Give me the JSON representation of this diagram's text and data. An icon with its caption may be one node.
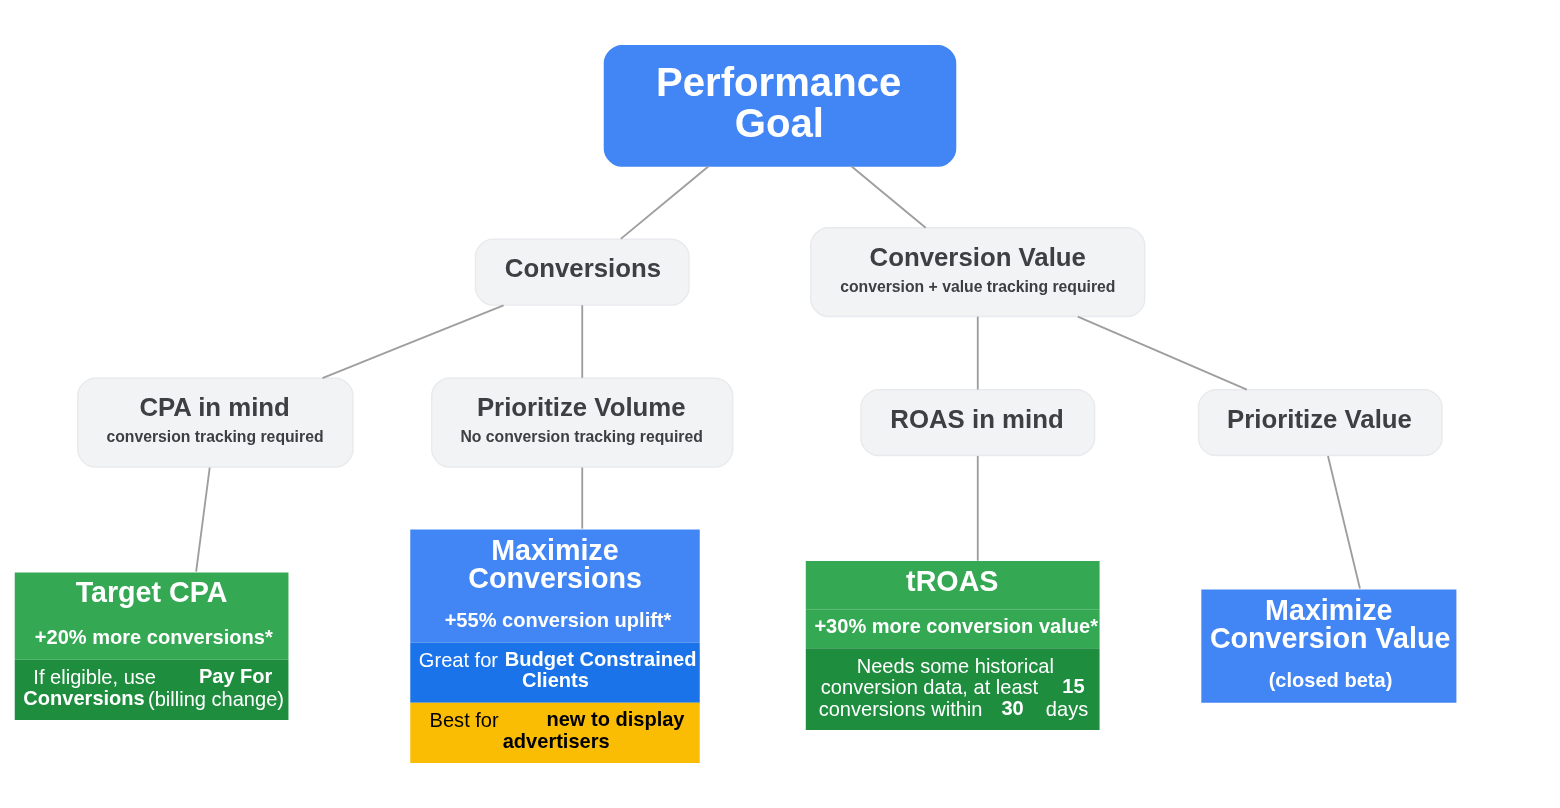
{
  "diagram": {
    "nodes": [
      {
        "text": [
          "Performance Goal"
        ]
      },
      {
        "text": [
          "Conversions"
        ]
      },
      {
        "text": [
          "Conversion Value",
          "conversion + value tracking required"
        ]
      },
      {
        "text": [
          "CPA in mind",
          "conversion tracking required"
        ]
      },
      {
        "text": [
          "Prioritize Volume",
          "No conversion tracking required"
        ]
      },
      {
        "text": [
          "ROAS in mind"
        ]
      },
      {
        "text": [
          "Prioritize Value"
        ]
      },
      {
        "text": [
          "Target CPA",
          "+20% more conversions*",
          "If eligible, use **Pay For Conversions** (billing change)"
        ]
      },
      {
        "text": [
          "Maximize Conversions",
          "+55% conversion uplift*",
          "Great for **Budget Constrained Clients**",
          "Best for **new to display advertisers**"
        ]
      },
      {
        "text": [
          "tROAS",
          "+30% more conversion value*",
          "Needs some historical conversion data, at least **15** conversions within **30** days"
        ]
      },
      {
        "text": [
          "Maximize Conversion Value",
          "(closed beta)"
        ]
      }
    ],
    "edges": [
      {
        "from": 0,
        "to": 1,
        "arrow": "none"
      },
      {
        "from": 0,
        "to": 2,
        "arrow": "none"
      },
      {
        "from": 1,
        "to": 3,
        "arrow": "none"
      },
      {
        "from": 1,
        "to": 4,
        "arrow": "none"
      },
      {
        "from": 2,
        "to": 5,
        "arrow": "none"
      },
      {
        "from": 2,
        "to": 6,
        "arrow": "none"
      },
      {
        "from": 3,
        "to": 7,
        "arrow": "none"
      },
      {
        "from": 4,
        "to": 8,
        "arrow": "none"
      },
      {
        "from": 5,
        "to": 9,
        "arrow": "none"
      },
      {
        "from": 6,
        "to": 10,
        "arrow": "none"
      }
    ]
  }
}
